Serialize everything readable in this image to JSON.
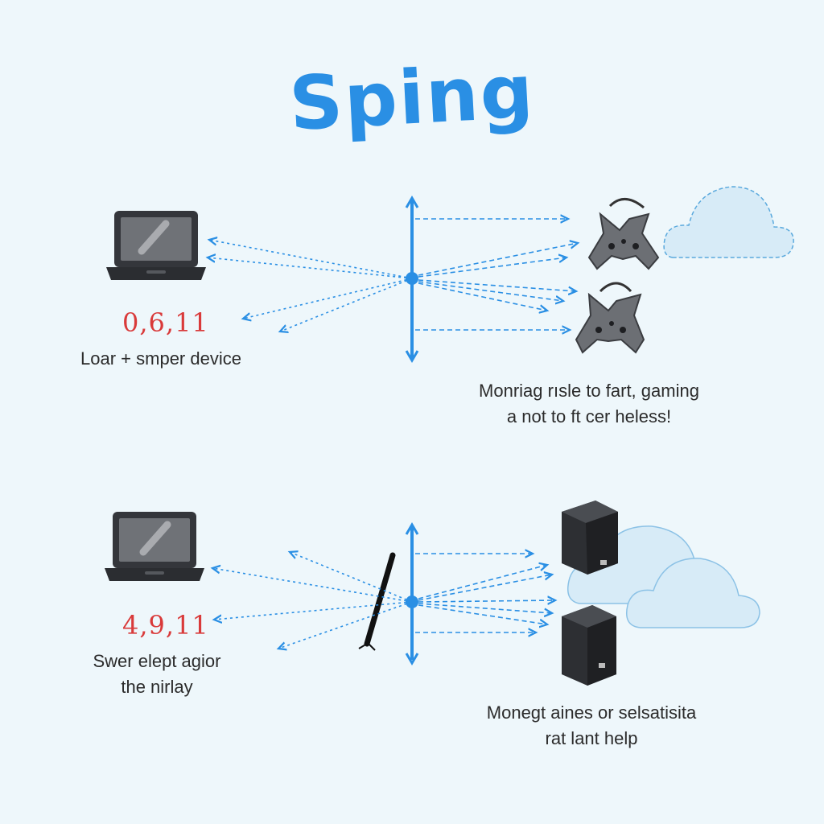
{
  "title": "Sping",
  "colors": {
    "accent": "#2a8fe4",
    "highlight": "#d93a3a",
    "device": "#2f3136",
    "cloud": "#d7ebf7"
  },
  "top_panel": {
    "device_icon": "laptop-icon",
    "value": "0,6,11",
    "device_caption": "Loar + smper device",
    "target_icons": [
      "gamepad-icon",
      "gamepad-icon",
      "cloud-icon"
    ],
    "target_caption_line1": "Monriag rısle to fart, gaming",
    "target_caption_line2": "a not to ft cer heless!"
  },
  "bottom_panel": {
    "device_icon": "laptop-icon",
    "value": "4,9,11",
    "device_caption_line1": "Swer elept agior",
    "device_caption_line2": "the nirlay",
    "target_icons": [
      "server-icon",
      "server-icon",
      "cloud-icon"
    ],
    "target_caption_line1": "Monegt aines or selsatisita",
    "target_caption_line2": "rat lant help"
  }
}
